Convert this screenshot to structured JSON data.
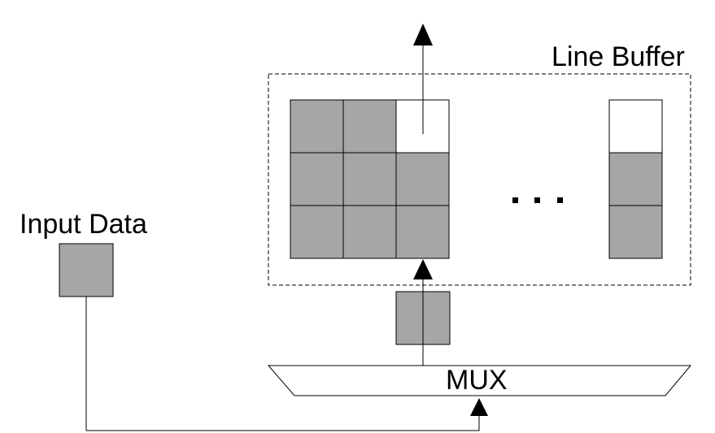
{
  "labels": {
    "input_data": "Input Data",
    "line_buffer": "Line Buffer",
    "mux": "MUX",
    "ellipsis": ". . ."
  },
  "colors": {
    "filled_cell": "#a6a6a6",
    "empty_cell": "#ffffff",
    "line": "#000000"
  },
  "line_buffer": {
    "grid_rows": [
      [
        "filled",
        "filled",
        "empty"
      ],
      [
        "filled",
        "filled",
        "filled"
      ],
      [
        "filled",
        "filled",
        "filled"
      ]
    ],
    "last_column": [
      "empty",
      "filled",
      "filled"
    ]
  }
}
